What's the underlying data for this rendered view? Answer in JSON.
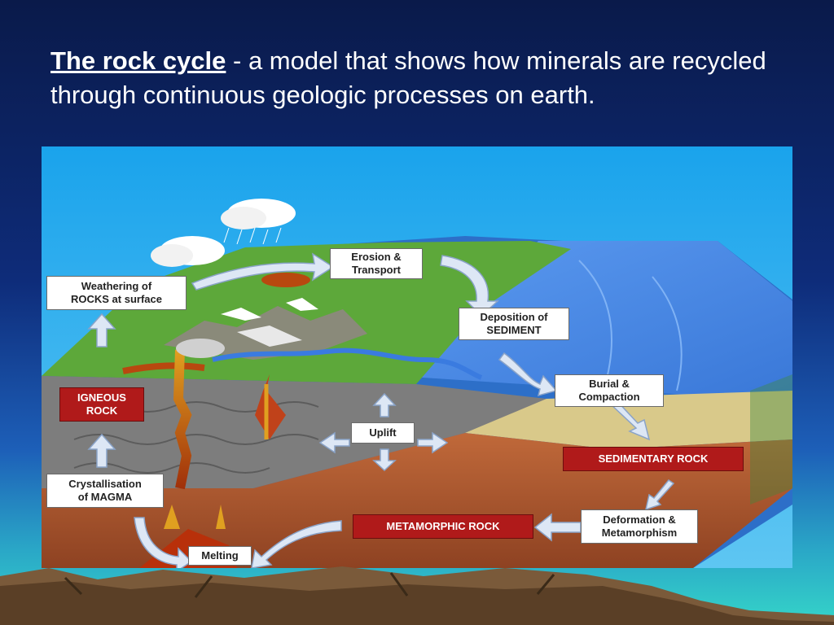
{
  "title": {
    "term": "The rock cycle",
    "definition": " - a model that shows how minerals are recycled through continuous geologic processes on earth."
  },
  "labels": {
    "erosion": "Erosion &\nTransport",
    "weathering": "Weathering of\nROCKS at surface",
    "deposition": "Deposition of\nSEDIMENT",
    "burial": "Burial &\nCompaction",
    "igneous": "IGNEOUS\nROCK",
    "uplift": "Uplift",
    "sedimentary": "SEDIMENTARY ROCK",
    "crystallisation": "Crystallisation\nof MAGMA",
    "deformation": "Deformation &\nMetamorphism",
    "metamorphic": "METAMORPHIC ROCK",
    "melting": "Melting"
  },
  "colors": {
    "sky": "#1aa3ec",
    "land": "#5da83a",
    "sea": "#4a8be8",
    "rock_grey": "#7d7d7d",
    "crust_brown": "#b25a2e",
    "magma": "#b8480f",
    "label_red": "#b01a1a"
  }
}
